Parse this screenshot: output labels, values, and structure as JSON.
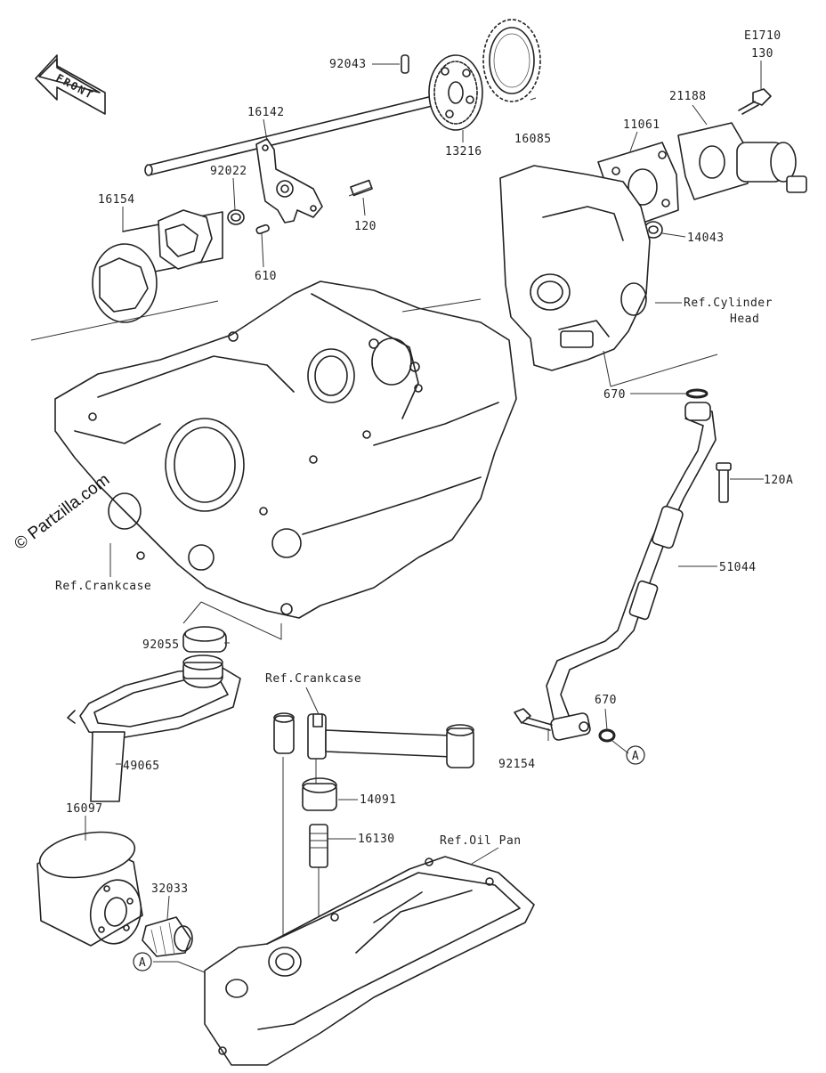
{
  "watermark": "© Partzilla.com",
  "front_label": "FRONT",
  "section_code": "E1710",
  "labels": {
    "p130": "130",
    "p92043": "92043",
    "p21188": "21188",
    "p11061": "11061",
    "p16142": "16142",
    "p16085": "16085",
    "p13216": "13216",
    "p92022": "92022",
    "p16154": "16154",
    "p120": "120",
    "p610": "610",
    "p14043": "14043",
    "ref_cyl_line1": "Ref.Cylinder",
    "ref_cyl_line2": "Head",
    "p670a": "670",
    "p120A": "120A",
    "p51044": "51044",
    "ref_crank1": "Ref.Crankcase",
    "p92055": "92055",
    "ref_crank2": "Ref.Crankcase",
    "p670b": "670",
    "p49065": "49065",
    "p92154": "92154",
    "marker_a1": "A",
    "p14091": "14091",
    "p16097": "16097",
    "p16130": "16130",
    "ref_oilpan": "Ref.Oil Pan",
    "p32033": "32033",
    "marker_a2": "A"
  }
}
